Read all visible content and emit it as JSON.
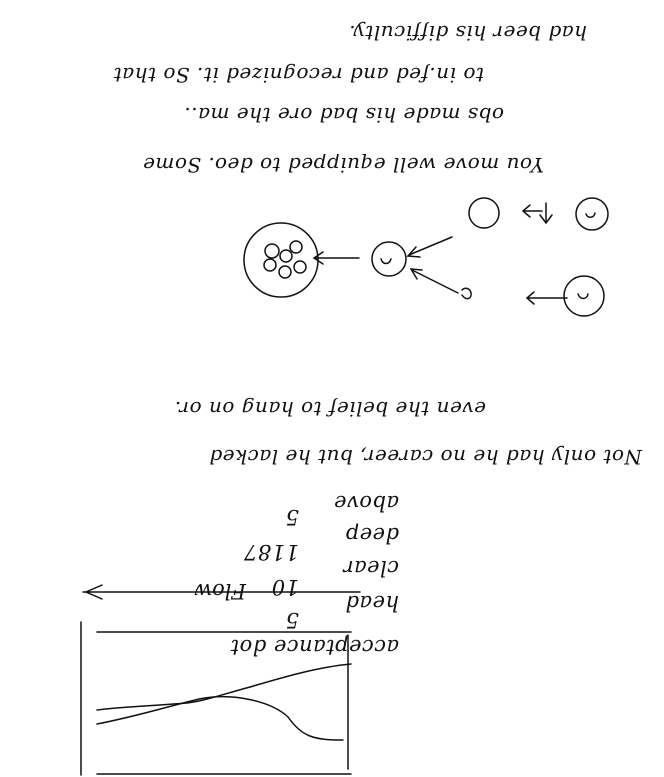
{
  "notes": {
    "paragraph_top": [
      "You move well equipped to deo. Some",
      "obs made his bad ore the ma..",
      "to in.fed and recognized it. So that",
      "had beer his difficulty."
    ],
    "paragraph_middle": [
      "Not only had he no career, but he lacked",
      "even the belief to hang on or."
    ],
    "list": [
      {
        "label": "acceptance dot",
        "value": ""
      },
      {
        "label": "head",
        "value": "5"
      },
      {
        "label": "clear",
        "value": "10"
      },
      {
        "label": "deep",
        "value": "1187"
      },
      {
        "label": "above",
        "value": "5"
      }
    ],
    "flow_label": "Flow"
  }
}
